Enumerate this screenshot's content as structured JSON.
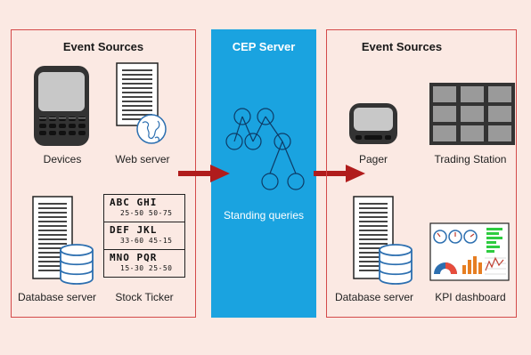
{
  "left_panel": {
    "title": "Event Sources",
    "labels": {
      "devices": "Devices",
      "web_server": "Web server",
      "database_server": "Database server",
      "stock_ticker": "Stock Ticker"
    }
  },
  "cep": {
    "title": "CEP Server",
    "subtitle": "Standing queries"
  },
  "right_panel": {
    "title": "Event Sources",
    "labels": {
      "pager": "Pager",
      "trading_station": "Trading Station",
      "database_server": "Database server",
      "kpi_dashboard": "KPI dashboard"
    }
  },
  "ticker": {
    "rows": [
      {
        "symbols": "ABC GHI",
        "values": "25-50  50-75"
      },
      {
        "symbols": "DEF JKL",
        "values": "33-60  45-15"
      },
      {
        "symbols": "MNO PQR",
        "values": "15-30  25-50"
      }
    ]
  },
  "colors": {
    "panel_border": "#d44a4a",
    "background": "#fbe9e3",
    "cep": "#1aa3e0",
    "arrow": "#b01c1c"
  }
}
